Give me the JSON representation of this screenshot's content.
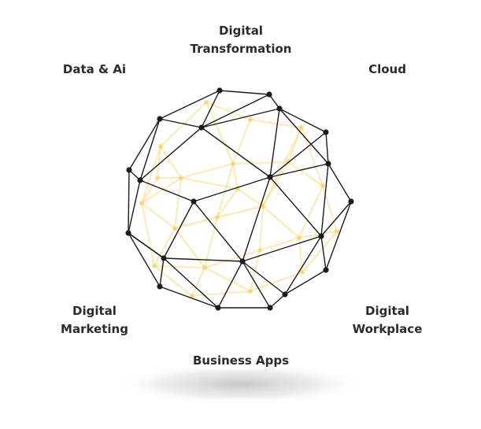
{
  "labels": {
    "top": {
      "line1": "Digital",
      "line2": "Transformation"
    },
    "top_left": "Data & Ai",
    "top_right": "Cloud",
    "bottom_left": {
      "line1": "Digital",
      "line2": "Marketing"
    },
    "bottom_right": {
      "line1": "Digital",
      "line2": "Workplace"
    },
    "bottom": "Business Apps"
  },
  "colors": {
    "wire": "#1c1c1c",
    "node": "#1c1c1c",
    "inner_glow": "#f7d36b",
    "text": "#2b2b2b",
    "shadow": "#cfcfcf"
  }
}
